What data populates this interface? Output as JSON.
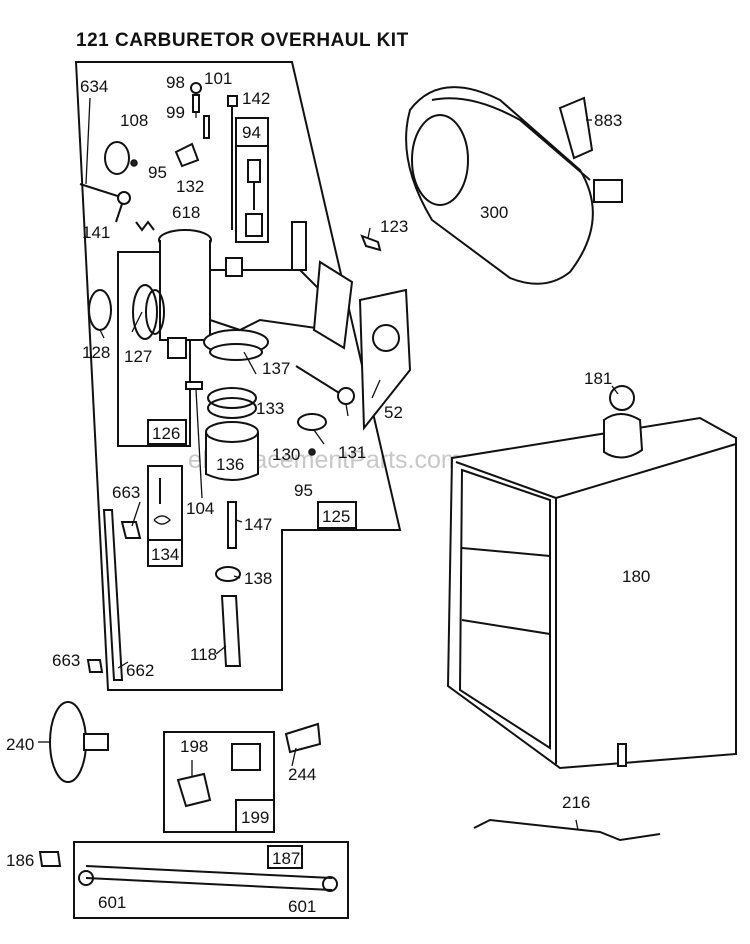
{
  "title": "121 CARBURETOR OVERHAUL KIT",
  "watermark": "eReplacementParts.com",
  "labels": {
    "p98": "98",
    "p99": "99",
    "p101": "101",
    "p142": "142",
    "p94": "94",
    "p634": "634",
    "p108": "108",
    "p95a": "95",
    "p132": "132",
    "p618": "618",
    "p141": "141",
    "p123": "123",
    "p300": "300",
    "p883": "883",
    "p128": "128",
    "p127": "127",
    "p137": "137",
    "p52": "52",
    "p133": "133",
    "p126": "126",
    "p136": "136",
    "p130": "130",
    "p131": "131",
    "p95b": "95",
    "p104": "104",
    "p125": "125",
    "p663a": "663",
    "p134": "134",
    "p147": "147",
    "p138": "138",
    "p118": "118",
    "p663b": "663",
    "p662": "662",
    "p181": "181",
    "p180": "180",
    "p240": "240",
    "p198": "198",
    "p244": "244",
    "p199": "199",
    "p216": "216",
    "p186": "186",
    "p187": "187",
    "p601a": "601",
    "p601b": "601"
  }
}
